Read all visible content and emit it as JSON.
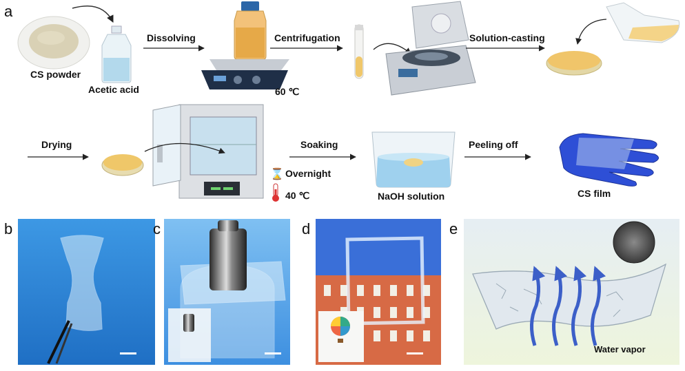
{
  "panel_letters": {
    "a": "a",
    "b": "b",
    "c": "c",
    "d": "d",
    "e": "e"
  },
  "process": {
    "cs_powder": "CS powder",
    "acetic_acid": "Acetic acid",
    "dissolving": "Dissolving",
    "temp_60": "60 ℃",
    "centrifugation": "Centrifugation",
    "solution_casting": "Solution-casting",
    "drying": "Drying",
    "overnight": "Overnight",
    "temp_40": "40 ℃",
    "soaking": "Soaking",
    "naoh_solution": "NaOH solution",
    "peeling_off": "Peeling off",
    "cs_film": "CS film"
  },
  "panel_e": {
    "water_vapor": "Water vapor"
  },
  "colors": {
    "blue_bg": "#2f86d6",
    "solution_yellow": "#e8b94a",
    "glove_blue": "#2e4fd6",
    "arrow_blue": "#3c5fc8",
    "brick": "#d76a45",
    "sky": "#3a6fd8"
  }
}
